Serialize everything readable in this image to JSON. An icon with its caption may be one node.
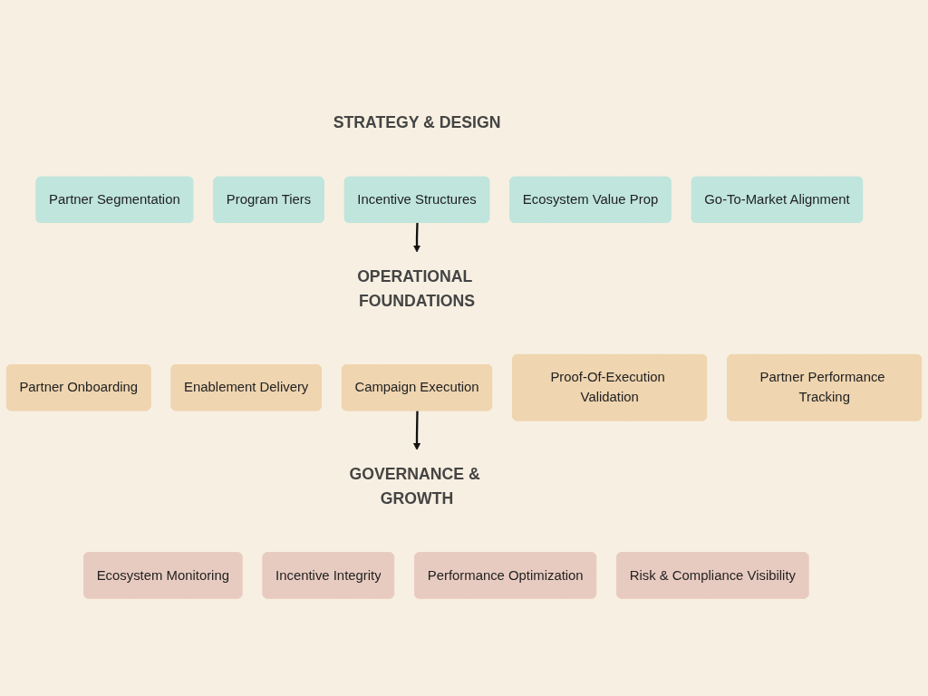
{
  "diagram": {
    "nodes": [
      {
        "text": [
          "STRATEGY & DESIGN"
        ]
      },
      {
        "text": [
          "Partner Segmentation"
        ]
      },
      {
        "text": [
          "Program Tiers"
        ]
      },
      {
        "text": [
          "Incentive Structures"
        ]
      },
      {
        "text": [
          "Ecosystem Value Prop"
        ]
      },
      {
        "text": [
          "Go-To-Market Alignment"
        ]
      },
      {
        "text": [
          "OPERATIONAL FOUNDATIONS"
        ]
      },
      {
        "text": [
          "Partner Onboarding"
        ]
      },
      {
        "text": [
          "Enablement Delivery"
        ]
      },
      {
        "text": [
          "Campaign Execution"
        ]
      },
      {
        "text": [
          "Proof-Of-Execution Validation"
        ]
      },
      {
        "text": [
          "Partner Performance Tracking"
        ]
      },
      {
        "text": [
          "GOVERNANCE & GROWTH"
        ]
      },
      {
        "text": [
          "Ecosystem Monitoring"
        ]
      },
      {
        "text": [
          "Incentive Integrity"
        ]
      },
      {
        "text": [
          "Performance Optimization"
        ]
      },
      {
        "text": [
          "Risk & Compliance Visibility"
        ]
      }
    ],
    "edges": [
      {
        "from": 3,
        "to": 6,
        "arrow": "to"
      },
      {
        "from": 9,
        "to": 12,
        "arrow": "to"
      }
    ]
  }
}
